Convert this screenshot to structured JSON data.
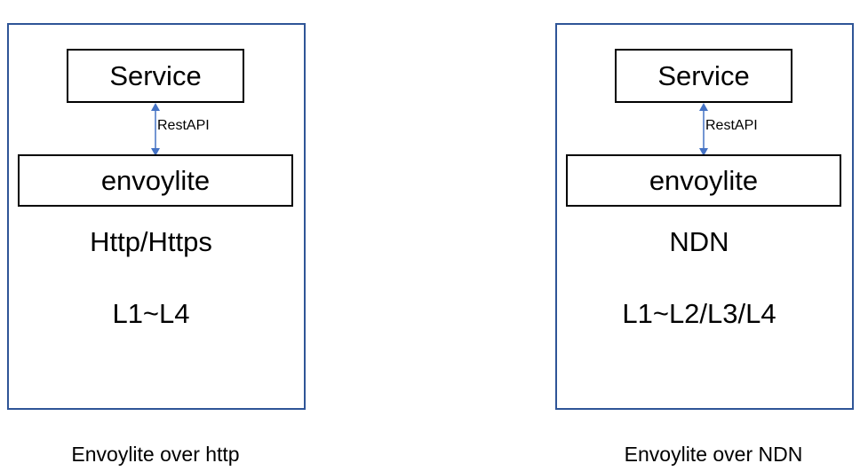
{
  "panels": {
    "left": {
      "service": "Service",
      "api_label": "RestAPI",
      "gateway": "envoylite",
      "protocol": "Http/Https",
      "layers": "L1~L4",
      "caption": "Envoylite over http"
    },
    "right": {
      "service": "Service",
      "api_label": "RestAPI",
      "gateway": "envoylite",
      "protocol": "NDN",
      "layers": "L1~L2/L3/L4",
      "caption": "Envoylite over NDN"
    }
  },
  "colors": {
    "panel_border": "#2f5597",
    "box_border": "#000000",
    "arrow": "#4472c4"
  }
}
